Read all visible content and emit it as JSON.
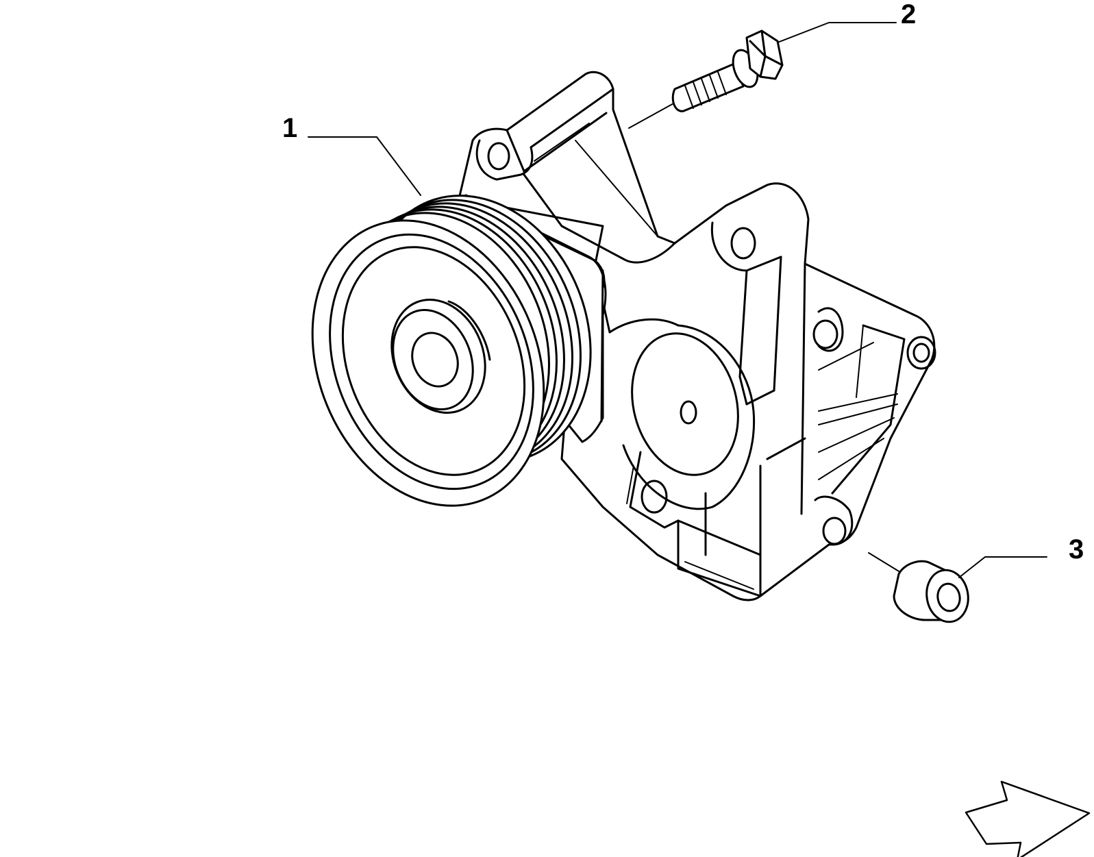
{
  "callouts": [
    {
      "number": "1",
      "part": "pump-with-pulley"
    },
    {
      "number": "2",
      "part": "bolt"
    },
    {
      "number": "3",
      "part": "bushing"
    }
  ],
  "icons": {
    "orientation_arrow": "direction-arrow-icon"
  },
  "colors": {
    "line": "#000000",
    "background": "#ffffff"
  }
}
